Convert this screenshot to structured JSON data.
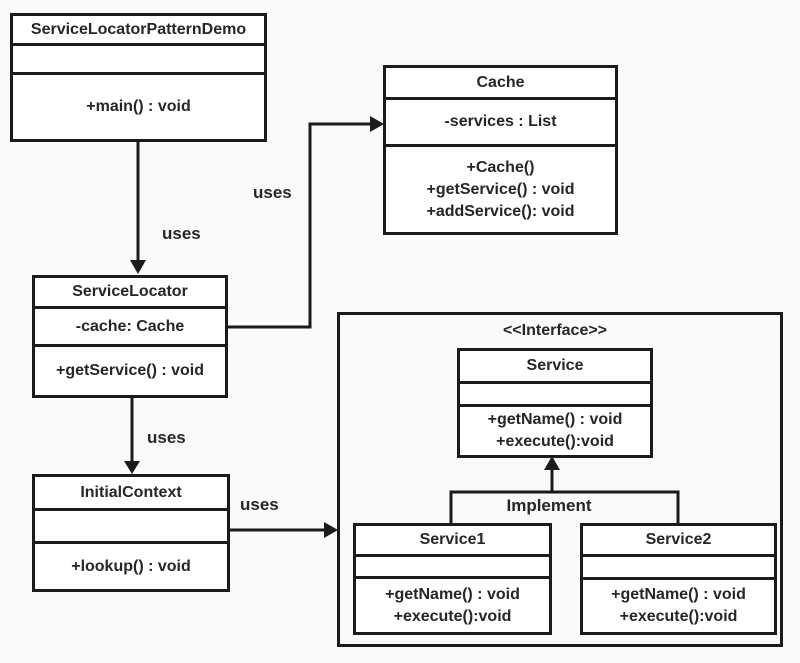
{
  "colors": {
    "background": "#fafafa",
    "box_fill": "#ffffff",
    "line": "#1b1b1b",
    "text": "#262626"
  },
  "classes": {
    "demo": {
      "name": "ServiceLocatorPatternDemo",
      "attributes": [],
      "operations": [
        "+main() : void"
      ]
    },
    "cache": {
      "name": "Cache",
      "attributes": [
        "-services  : List"
      ],
      "operations": [
        "+Cache()",
        "+getService() : void",
        "+addService(): void"
      ]
    },
    "service_locator": {
      "name": "ServiceLocator",
      "attributes": [
        "-cache: Cache"
      ],
      "operations": [
        "+getService() : void"
      ]
    },
    "initial_context": {
      "name": "InitialContext",
      "attributes": [],
      "operations": [
        "+lookup() : void"
      ]
    },
    "service": {
      "stereotype": "<<Interface>>",
      "name": "Service",
      "attributes": [],
      "operations": [
        "+getName() : void",
        "+execute():void"
      ]
    },
    "service1": {
      "name": "Service1",
      "attributes": [],
      "operations": [
        "+getName() : void",
        "+execute():void"
      ]
    },
    "service2": {
      "name": "Service2",
      "attributes": [],
      "operations": [
        "+getName() : void",
        "+execute():void"
      ]
    }
  },
  "relations": {
    "demo_to_locator": {
      "label": "uses"
    },
    "locator_to_cache": {
      "label": "uses"
    },
    "locator_to_context": {
      "label": "uses"
    },
    "context_to_services": {
      "label": "uses"
    },
    "implementation": {
      "label": "Implement"
    }
  }
}
